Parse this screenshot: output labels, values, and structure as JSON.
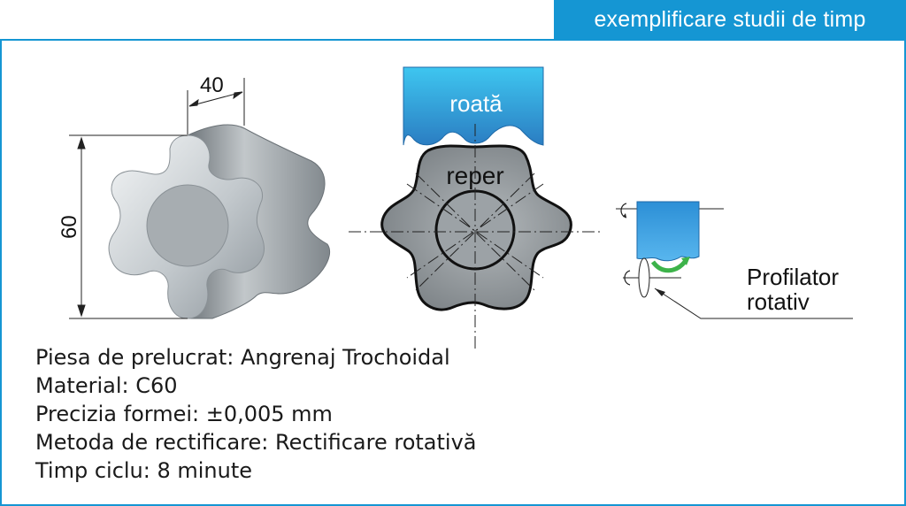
{
  "header": {
    "title": "exemplificare studii de timp"
  },
  "diagram": {
    "dim_width": "40",
    "dim_height": "60",
    "wheel_label": "roată",
    "reference_label": "reper",
    "profiler_label_line1": "Profilator",
    "profiler_label_line2": "rotativ"
  },
  "colors": {
    "accent": "#1596d3",
    "wheel_gradient_top": "#37c1ee",
    "wheel_gradient_bottom": "#2a7fc4",
    "part_fill": "#8e9396",
    "arrow_green": "#3db34a"
  },
  "specs": [
    "Piesa de prelucrat: Angrenaj Trochoidal",
    "Material: C60",
    "Precizia formei: ±0,005 mm",
    "Metoda de rectificare: Rectificare rotativă",
    "Timp ciclu: 8 minute"
  ]
}
